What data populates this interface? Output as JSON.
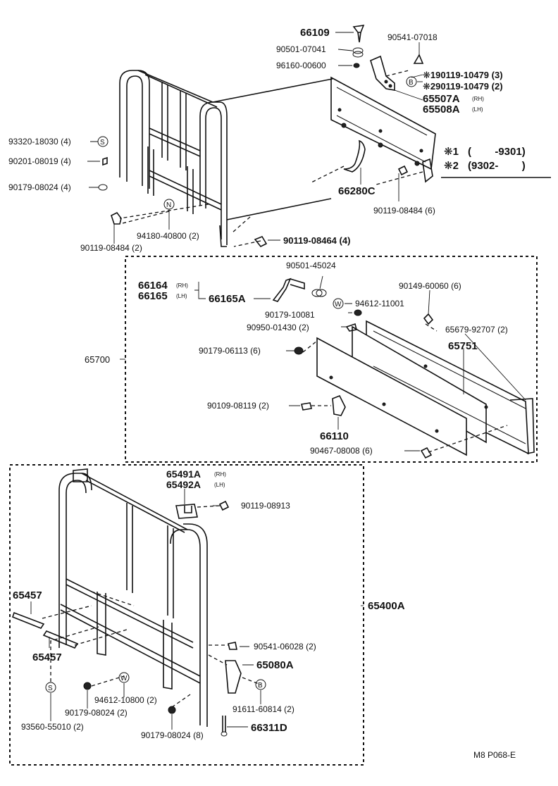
{
  "diagram_code": "M8 P068-E",
  "callouts": {
    "p66109": "66109",
    "p90541_07018": "90541-07018",
    "p90501_07041": "90501-07041",
    "p96160_00600": "96160-00600",
    "p190119_10479": "❋190119-10479 (3)",
    "p290119_10479": "❋290119-10479 (2)",
    "p65507A": "65507A",
    "p65508A": "65508A",
    "sub_rh": "(RH)",
    "sub_lh": "(LH)",
    "p93320_18030": "93320-18030 (4)",
    "p90201_08019": "90201-08019 (4)",
    "p90179_08024_4": "90179-08024 (4)",
    "p66280C": "66280C",
    "p90119_08484_6": "90119-08484 (6)",
    "p94180_40800": "94180-40800 (2)",
    "p90119_08484_2": "90119-08484 (2)",
    "p90119_08464": "90119-08464 (4)",
    "p90501_45024": "90501-45024",
    "p66164": "66164",
    "p66165": "66165",
    "p66165A": "66165A",
    "p90149_60060": "90149-60060 (6)",
    "p94612_11001": "94612-11001",
    "p90179_10081": "90179-10081",
    "p90950_01430": "90950-01430 (2)",
    "p65679_92707": "65679-92707 (2)",
    "p65751": "65751",
    "p65700": "65700",
    "p90179_06113": "90179-06113 (6)",
    "p90109_08119": "90109-08119 (2)",
    "p66110": "66110",
    "p90467_08008": "90467-08008 (6)",
    "p65491A": "65491A",
    "p65492A": "65492A",
    "p90119_08913": "90119-08913",
    "p65457_a": "65457",
    "p65457_b": "65457",
    "p65400A": "65400A",
    "p90541_06028": "90541-06028 (2)",
    "p65080A": "65080A",
    "p94612_10800": "94612-10800 (2)",
    "p90179_08024_2": "90179-08024 (2)",
    "p91611_60814": "91611-60814 (2)",
    "p93560_55010": "93560-55010 (2)",
    "p90179_08024_8": "90179-08024 (8)",
    "p66311D": "66311D"
  },
  "legend": {
    "mark1": "❋1",
    "range1": "(        -9301)",
    "mark2": "❋2",
    "range2": "(9302-        )"
  },
  "symbols": {
    "S": "S",
    "B": "B",
    "N": "N",
    "W": "W"
  }
}
